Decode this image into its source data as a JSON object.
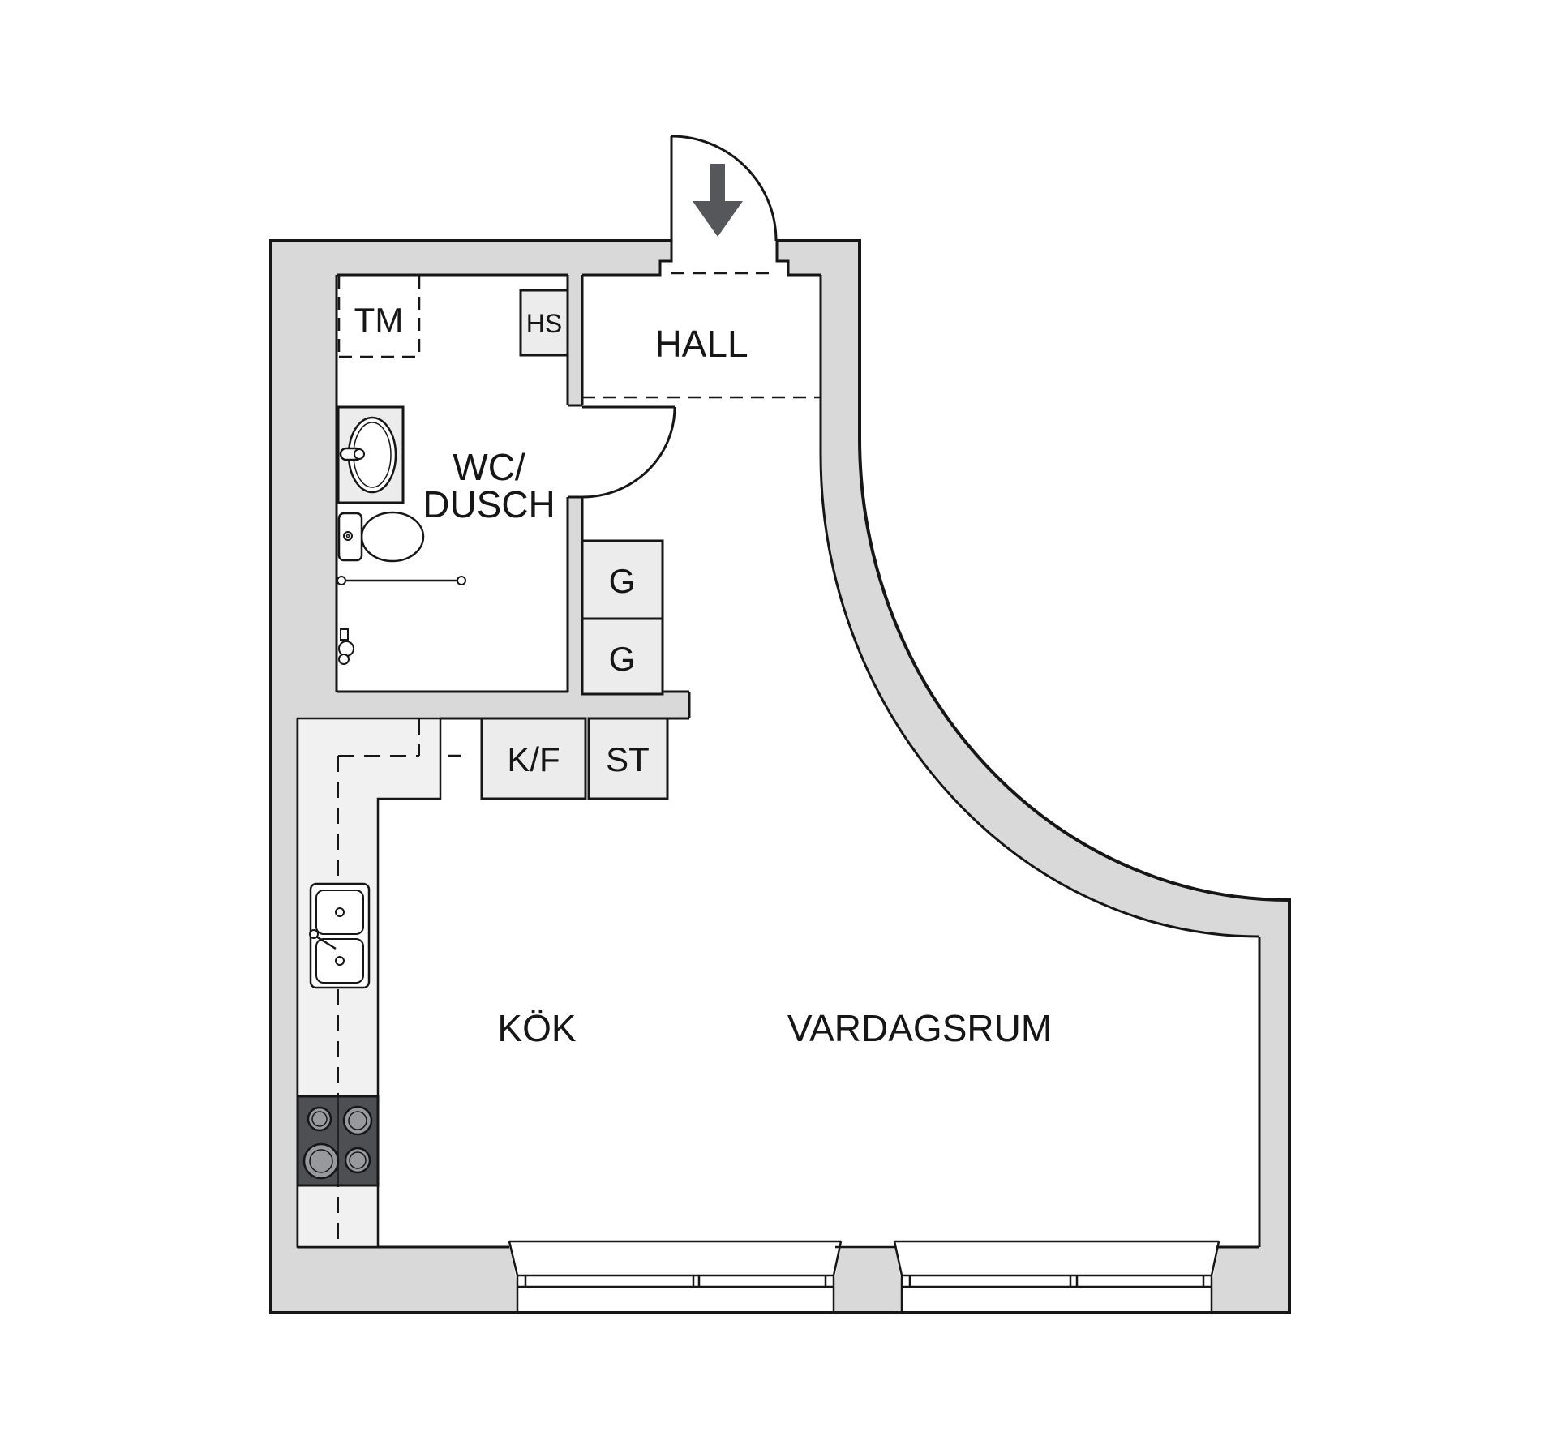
{
  "colors": {
    "background": "#ffffff",
    "wall_fill": "#d9d9d9",
    "line": "#161616",
    "cabinet_fill": "#ececec",
    "counter_fill": "#f1f1f1",
    "stove_fill": "#4d4f53",
    "burner_fill": "#97999d",
    "arrow": "#55575a",
    "white": "#ffffff"
  },
  "floorplan": {
    "rooms": [
      {
        "name": "hall",
        "label": "HALL"
      },
      {
        "name": "wc-shower",
        "label_lines": [
          "WC/",
          "DUSCH"
        ]
      },
      {
        "name": "kitchen",
        "label": "KÖK"
      },
      {
        "name": "living-room",
        "label": "VARDAGSRUM"
      }
    ],
    "closets": [
      {
        "name": "washing-machine-space",
        "label": "TM",
        "style": "dashed-optional"
      },
      {
        "name": "tall-cabinet",
        "label": "HS"
      },
      {
        "name": "wardrobe-upper",
        "label": "G"
      },
      {
        "name": "wardrobe-lower",
        "label": "G"
      },
      {
        "name": "fridge-freezer",
        "label": "K/F"
      },
      {
        "name": "cleaning-closet",
        "label": "ST"
      }
    ]
  }
}
